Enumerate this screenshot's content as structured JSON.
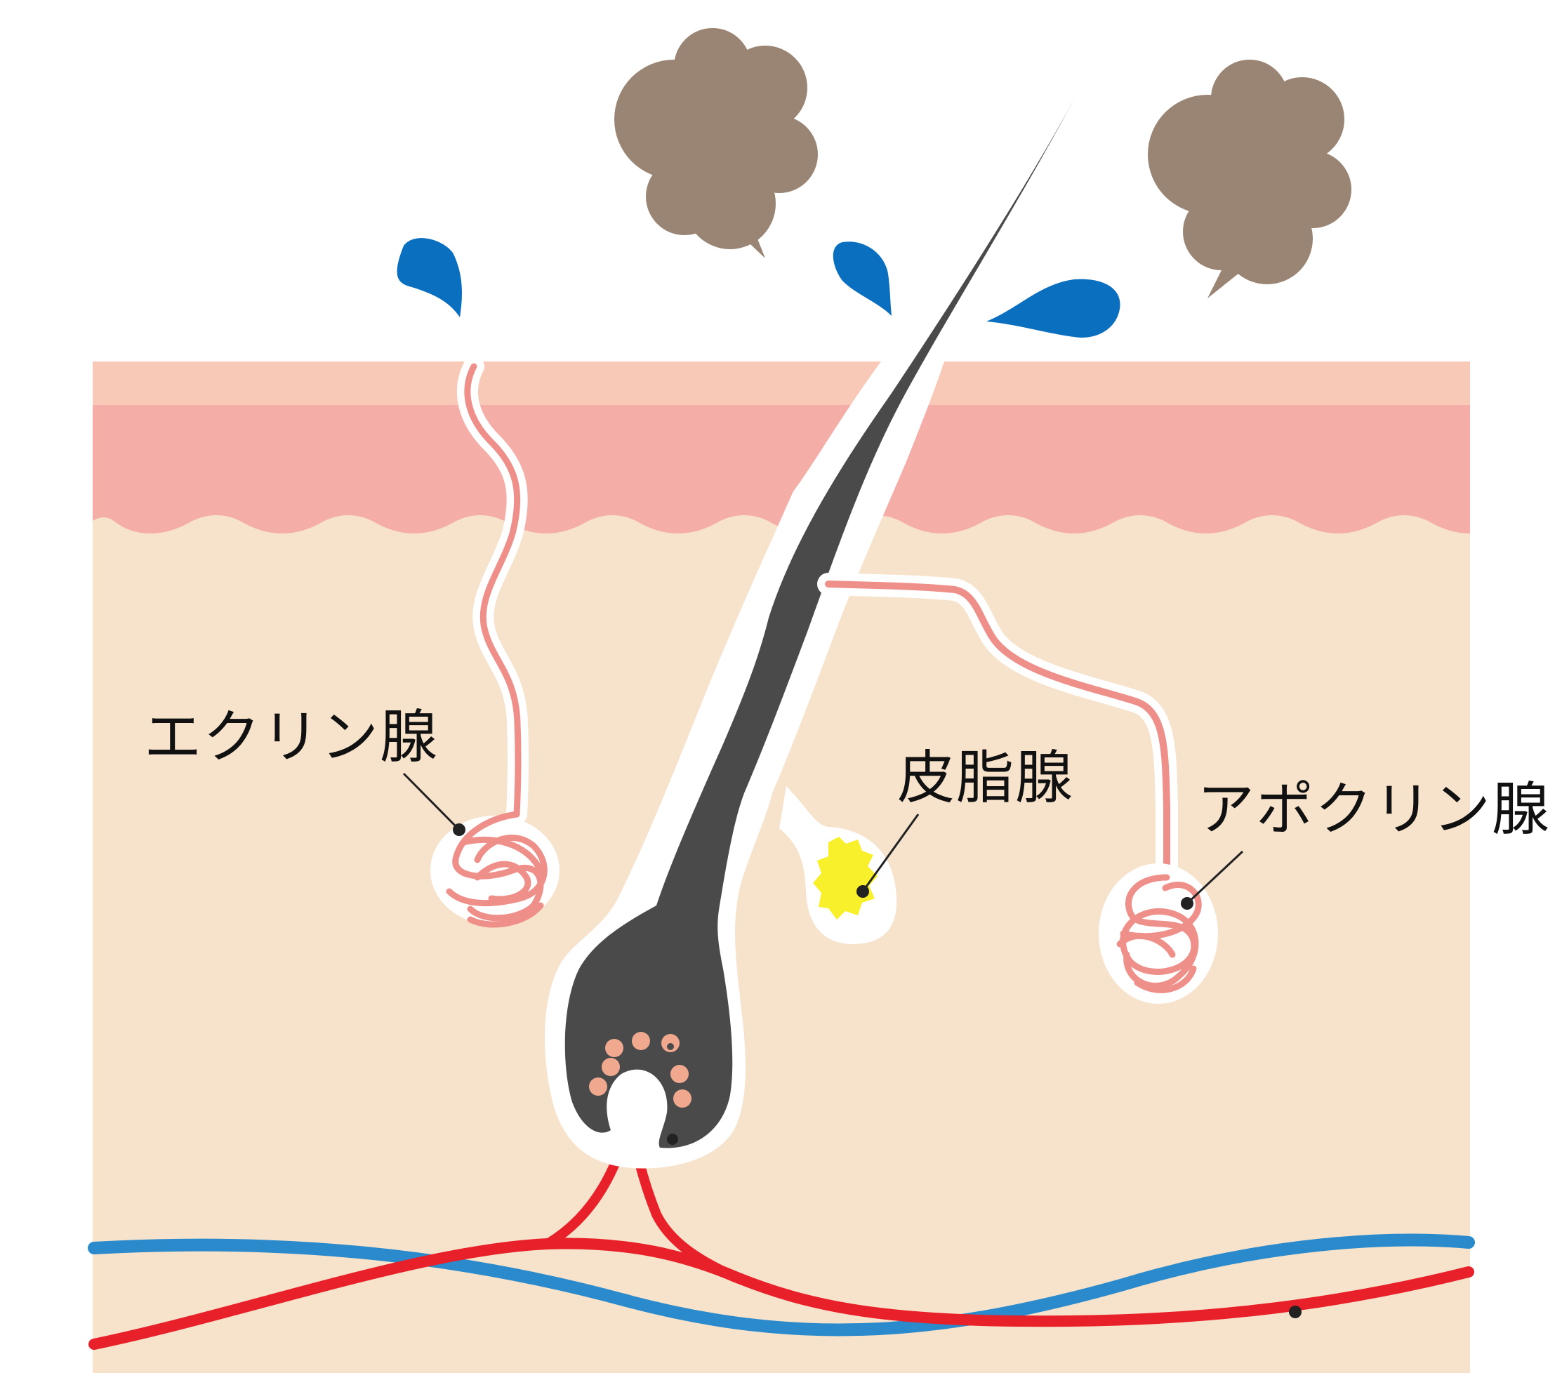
{
  "labels": {
    "eccrine_gland": "エクリン腺",
    "sebaceous_gland": "皮脂腺",
    "apocrine_gland": "アポクリン腺"
  },
  "colors": {
    "epidermis_top": "#f7c9b6",
    "epidermis": "#f4ada7",
    "dermis": "#f7e3cc",
    "gland_duct": "#ef8f8a",
    "hair": "#4a4a4a",
    "sebum": "#f7f02a",
    "sweat_drop": "#0a6fbf",
    "odor_cloud": "#9a8473",
    "artery": "#e8202a",
    "vein": "#2a8acb",
    "leader_line": "#222222"
  }
}
